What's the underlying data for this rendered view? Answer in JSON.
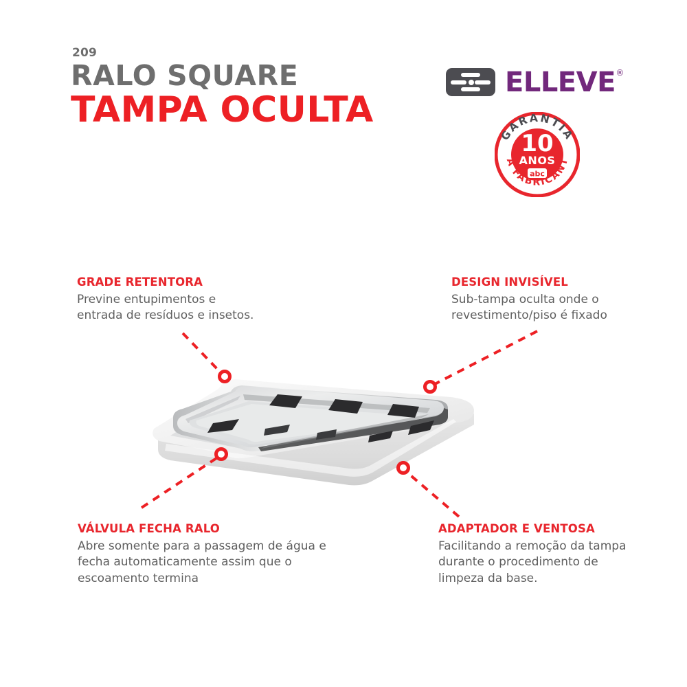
{
  "header": {
    "sku": "209",
    "title": "RALO SQUARE",
    "subtitle": "TAMPA OCULTA"
  },
  "brand": {
    "name": "ELLEVE",
    "registered_mark": "®",
    "mark_icon": "elleve-logo-mark",
    "wordmark_color": "#72287c",
    "mark_color": "#4c4c51"
  },
  "seal": {
    "top_arc_text": "GARANTIA",
    "number": "10",
    "unit": "ANOS",
    "brand_badge": "abc",
    "bottom_arc_text": "DA FABRICANTE",
    "color": "#e8262d",
    "arc_text_color": "#4c4c51"
  },
  "callouts": [
    {
      "id": "grade-retentora",
      "title": "GRADE RETENTORA",
      "body": "Previne entupimentos e\nentrada de resíduos e insetos."
    },
    {
      "id": "design-invisivel",
      "title": "DESIGN INVISÍVEL",
      "body": "Sub-tampa oculta  onde o\nrevestimento/piso é fixado"
    },
    {
      "id": "valvula-fecha-ralo",
      "title": "VÁLVULA FECHA RALO",
      "body": "Abre somente para a passagem de água e\nfecha automaticamente assim que o\nescoamento termina"
    },
    {
      "id": "adaptador-e-ventosa",
      "title": "ADAPTADOR E VENTOSA",
      "body": "Facilitando a remoção da tampa\ndurante o procedimento de\nlimpeza da base."
    }
  ],
  "product": {
    "name": "ralo-square-tampa-oculta",
    "description": "Ralo quadrado com tampa oculta em aço inox sobre base branca"
  },
  "colors": {
    "red": "#ed2024",
    "gray_text": "#5f5f5f",
    "heading_gray": "#6e6e6e",
    "purple": "#72287c",
    "background": "#ffffff"
  }
}
